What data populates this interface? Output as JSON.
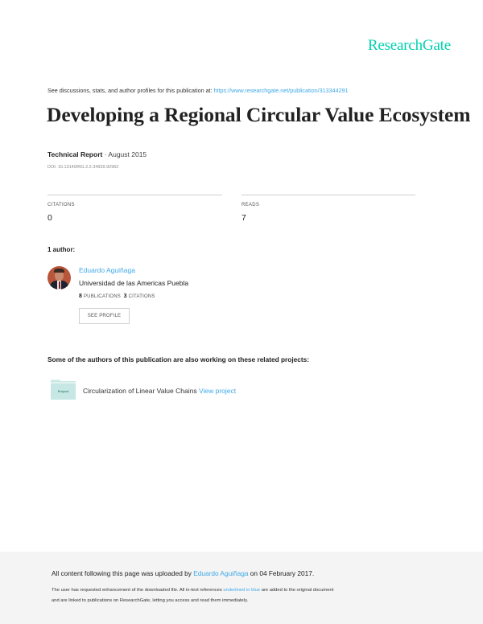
{
  "header": {
    "logo": "ResearchGate",
    "see_prefix": "See discussions, stats, and author profiles for this publication at: ",
    "see_url": "https://www.researchgate.net/publication/313344291"
  },
  "publication": {
    "title": "Developing a Regional Circular Value Ecosystem",
    "type": "Technical Report",
    "date_sep": " · ",
    "date": "August 2015",
    "doi": "DOI: 10.13140/RG.2.2.34939.92962"
  },
  "stats": {
    "citations_label": "CITATIONS",
    "citations_value": "0",
    "reads_label": "READS",
    "reads_value": "7"
  },
  "authors": {
    "heading": "1 author:",
    "items": [
      {
        "name": "Eduardo Aguiñaga",
        "institution": "Universidad de las Americas Puebla",
        "publications_count": "8",
        "publications_label": "PUBLICATIONS",
        "citations_count": "3",
        "citations_label": "CITATIONS",
        "button_label": "SEE PROFILE"
      }
    ]
  },
  "projects": {
    "heading": "Some of the authors of this publication are also working on these related projects:",
    "items": [
      {
        "icon_label": "Project",
        "title": "Circularization of Linear Value Chains",
        "link_label": "View project"
      }
    ]
  },
  "footer": {
    "upload_prefix": "All content following this page was uploaded by ",
    "upload_author": "Eduardo Aguiñaga",
    "upload_suffix": " on 04 February 2017.",
    "note_line1_prefix": "The user has requested enhancement of the downloaded file. All in-text references ",
    "note_line1_link": "underlined in blue",
    "note_line1_suffix": " are added to the original document",
    "note_line2": "and are linked to publications on ResearchGate, letting you access and read them immediately."
  },
  "colors": {
    "brand": "#00d0af",
    "link": "#40a9e8",
    "footer_bg": "#f4f4f4"
  }
}
